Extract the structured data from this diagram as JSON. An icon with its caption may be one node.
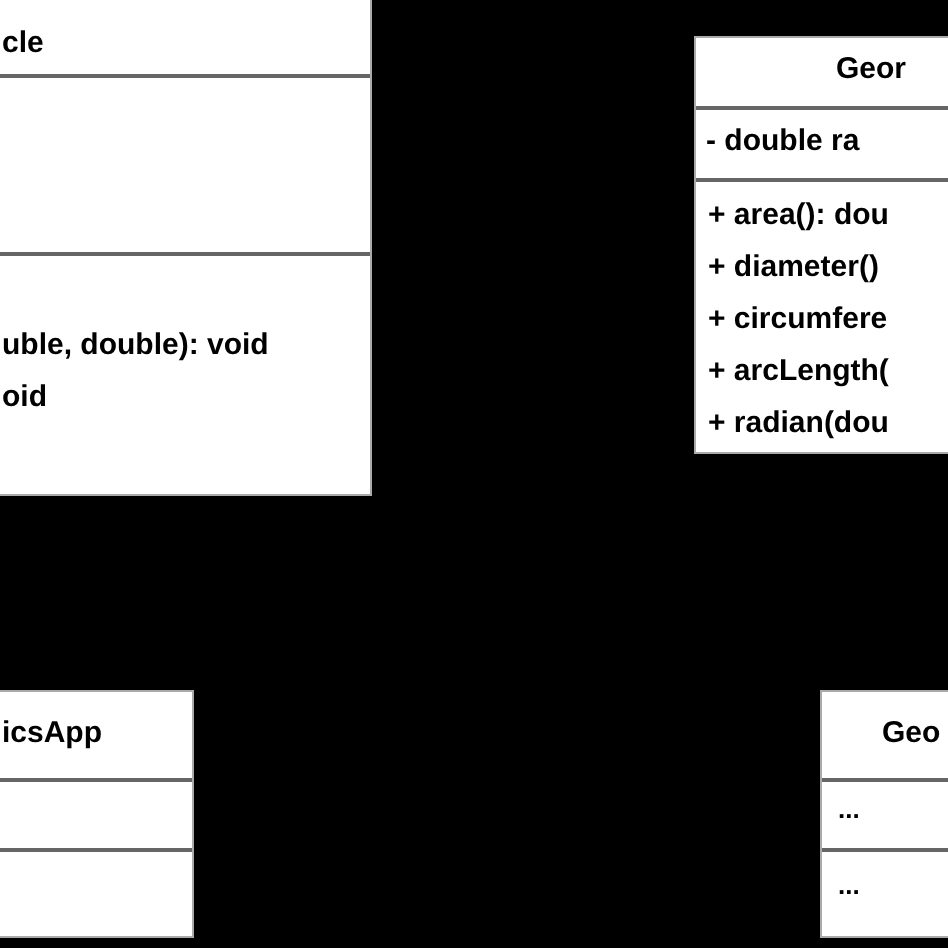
{
  "diagram": {
    "nodes": [
      {
        "text": [
          "cle",
          "uble, double): void",
          "oid"
        ]
      },
      {
        "text": [
          "Geor",
          "- double ra",
          "+ area(): dou",
          "+ diameter()",
          "+ circumfere",
          "+ arcLength(",
          "+ radian(dou"
        ]
      },
      {
        "text": [
          "icsApp"
        ]
      },
      {
        "text": [
          "Geo",
          "...",
          "..."
        ]
      }
    ]
  }
}
